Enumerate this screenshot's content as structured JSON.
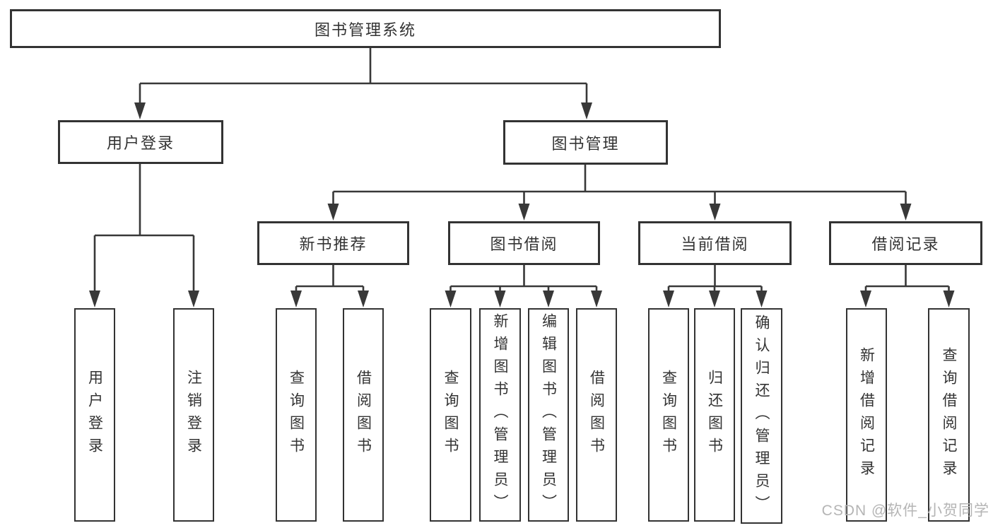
{
  "tree": {
    "root": {
      "label": "图书管理系统",
      "children": [
        {
          "label": "用户登录",
          "children": [
            {
              "label": "用户登录"
            },
            {
              "label": "注销登录"
            }
          ]
        },
        {
          "label": "图书管理",
          "children": [
            {
              "label": "新书推荐",
              "children": [
                {
                  "label": "查询图书"
                },
                {
                  "label": "借阅图书"
                }
              ]
            },
            {
              "label": "图书借阅",
              "children": [
                {
                  "label": "查询图书"
                },
                {
                  "label": "新增图书（管理员）"
                },
                {
                  "label": "编辑图书（管理员）"
                },
                {
                  "label": "借阅图书"
                }
              ]
            },
            {
              "label": "当前借阅",
              "children": [
                {
                  "label": "查询图书"
                },
                {
                  "label": "归还图书"
                },
                {
                  "label": "确认归还（管理员）"
                }
              ]
            },
            {
              "label": "借阅记录",
              "children": [
                {
                  "label": "新增借阅记录"
                },
                {
                  "label": "查询借阅记录"
                }
              ]
            }
          ]
        }
      ]
    }
  },
  "watermark": {
    "text": "CSDN @软件_小贺同学"
  },
  "colors": {
    "line": "#383838",
    "text": "#333333",
    "watermark": "#b5b5b5",
    "background": "#ffffff"
  }
}
